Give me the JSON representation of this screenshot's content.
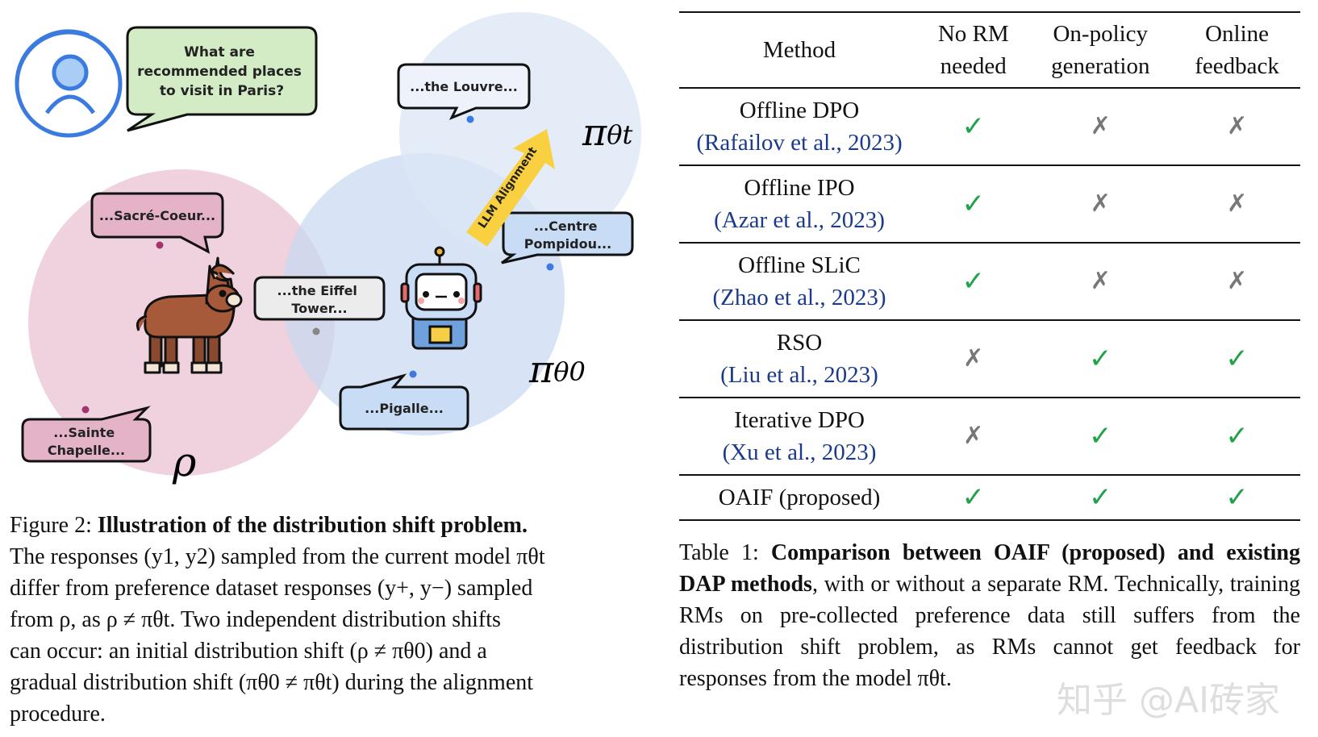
{
  "figure": {
    "user_question": [
      "What are",
      "recommended places",
      "to visit in Paris?"
    ],
    "responses": {
      "louvre": "...the Louvre...",
      "sacre_coeur": "...Sacré-Coeur...",
      "eiffel": [
        "...the Eiffel",
        "Tower..."
      ],
      "centre": [
        "...Centre",
        "Pompidou..."
      ],
      "pigalle": "...Pigalle...",
      "sainte": [
        "...Sainte",
        "Chapelle..."
      ]
    },
    "arrow_label": "LLM Alignment",
    "labels": {
      "rho": "ρ",
      "pi0": "π",
      "pi0_sup": "θ0",
      "pit": "π",
      "pit_sup": "θt"
    },
    "colors": {
      "rho": "#e5b8cc",
      "pi0": "#c9daf2",
      "pit": "#dde8f7",
      "arrow": "#f8d040"
    }
  },
  "fig_caption": {
    "label": "Figure 2:",
    "title": "Illustration of the distribution shift problem.",
    "body": [
      "The responses (y1, y2) sampled from the current model πθt",
      "differ from preference dataset responses (y+, y−) sampled",
      "from ρ, as ρ ≠ πθt. Two independent distribution shifts",
      "can occur: an initial distribution shift (ρ ≠ πθ0) and a",
      "gradual distribution shift (πθ0 ≠ πθt) during the alignment",
      "procedure."
    ]
  },
  "table": {
    "headers": [
      [
        "Method"
      ],
      [
        "No RM",
        "needed"
      ],
      [
        "On-policy",
        "generation"
      ],
      [
        "Online",
        "feedback"
      ]
    ],
    "rows": [
      {
        "method": "Offline DPO",
        "ref": "(Rafailov et al., 2023)",
        "cells": [
          "✓",
          "✗",
          "✗"
        ]
      },
      {
        "method": "Offline IPO",
        "ref": "(Azar et al., 2023)",
        "cells": [
          "✓",
          "✗",
          "✗"
        ]
      },
      {
        "method": "Offline SLiC",
        "ref": "(Zhao et al., 2023)",
        "cells": [
          "✓",
          "✗",
          "✗"
        ]
      },
      {
        "method": "RSO",
        "ref": "(Liu et al., 2023)",
        "cells": [
          "✗",
          "✓",
          "✓"
        ]
      },
      {
        "method": "Iterative DPO",
        "ref": "(Xu et al., 2023)",
        "cells": [
          "✗",
          "✓",
          "✓"
        ]
      },
      {
        "method": "OAIF (proposed)",
        "ref": "",
        "cells": [
          "✓",
          "✓",
          "✓"
        ]
      }
    ]
  },
  "table_caption": {
    "label": "Table 1:",
    "title": "Comparison between OAIF (proposed) and existing DAP methods",
    "body": ", with or without a separate RM. Technically, training RMs on pre-collected preference data still suffers from the distribution shift problem, as RMs cannot get feedback for responses from the model πθt."
  },
  "watermark": "知乎 @AI砖家"
}
